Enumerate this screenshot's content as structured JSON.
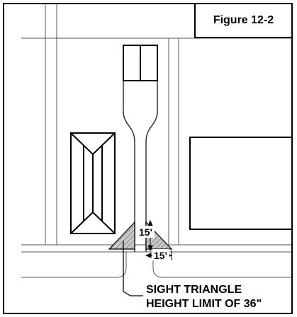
{
  "figure": {
    "label": "Figure 12-2"
  },
  "dimensions": {
    "vertical_leg": "15'",
    "horizontal_leg": "15'"
  },
  "callout": {
    "line1": "SIGHT TRIANGLE",
    "line2": "HEIGHT LIMIT OF 36\""
  },
  "colors": {
    "ink": "#000000",
    "hatch": "#8a8a8a",
    "paper": "#ffffff"
  }
}
